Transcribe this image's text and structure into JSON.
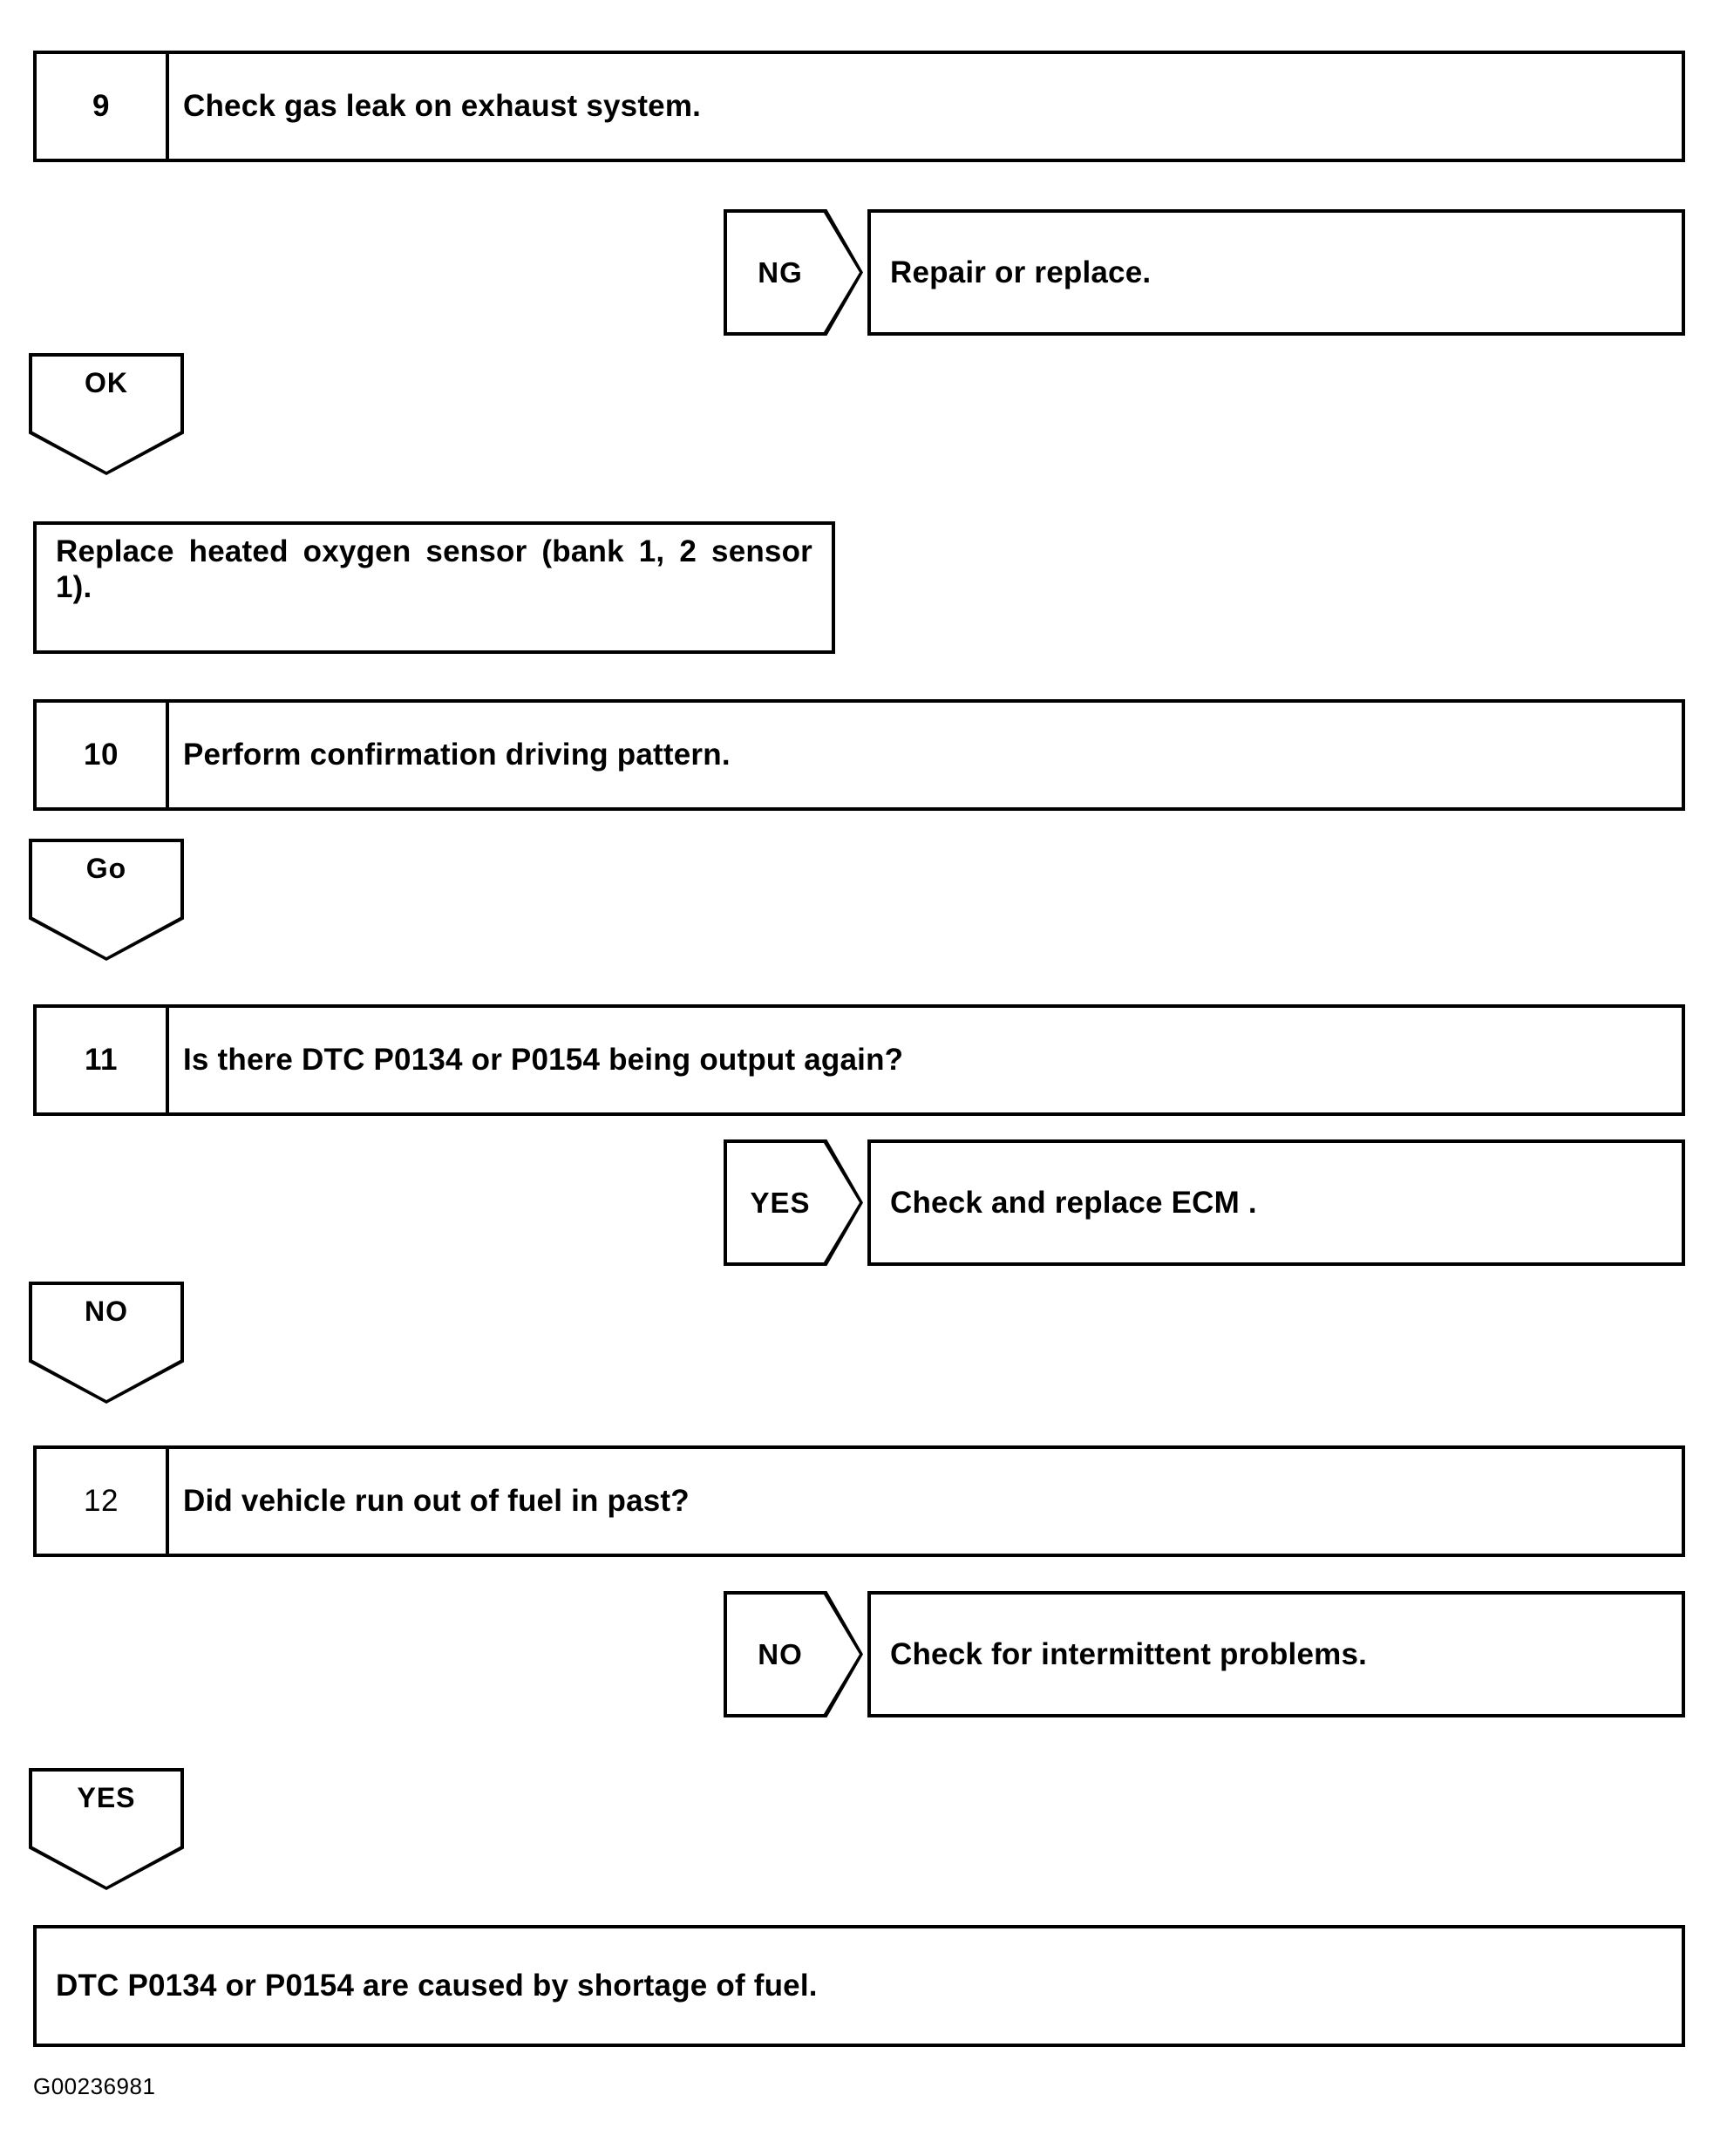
{
  "document": {
    "type": "diagnostic-troubleshooting-flowchart",
    "footer_id": "G00236981"
  },
  "steps": [
    {
      "number": "9",
      "text": "Check gas leak on exhaust system.",
      "branches": [
        {
          "label": "NG",
          "direction": "right",
          "result": "Repair or replace."
        },
        {
          "label": "OK",
          "direction": "down",
          "result": ""
        }
      ]
    },
    {
      "number": "10",
      "text": "Perform confirmation driving pattern.",
      "branches": [
        {
          "label": "Go",
          "direction": "down",
          "result": ""
        }
      ]
    },
    {
      "number": "11",
      "text": "Is there DTC P0134 or P0154 being output again?",
      "branches": [
        {
          "label": "YES",
          "direction": "right",
          "result": "Check and replace ECM ."
        },
        {
          "label": "NO",
          "direction": "down",
          "result": ""
        }
      ]
    },
    {
      "number": "12",
      "text": "Did vehicle run out of fuel in past?",
      "branches": [
        {
          "label": "NO",
          "direction": "right",
          "result": "Check for intermittent problems."
        },
        {
          "label": "YES",
          "direction": "down",
          "result": ""
        }
      ]
    }
  ],
  "action_boxes": [
    {
      "id": "replace-sensor",
      "text": "Replace heated oxygen sensor (bank 1, 2 sensor 1)."
    },
    {
      "id": "fuel-shortage-conclusion",
      "text": "DTC P0134 or P0154 are caused by shortage of fuel."
    }
  ],
  "branch_results": [
    {
      "id": "repair-or-replace",
      "text": "Repair or replace."
    },
    {
      "id": "check-replace-ecm",
      "text": "Check and replace ECM ."
    },
    {
      "id": "check-intermittent",
      "text": "Check for intermittent problems."
    }
  ]
}
